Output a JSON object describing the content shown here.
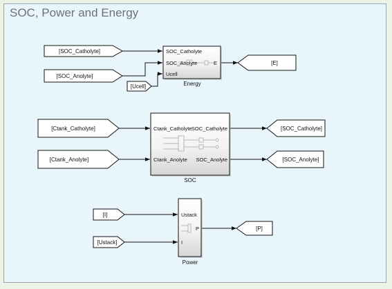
{
  "area": {
    "title": "SOC, Power and Energy"
  },
  "blocks": {
    "energy": {
      "label": "Energy",
      "inputs": [
        "SOC_Catholyte",
        "SOC_Anolyte",
        "Ucell"
      ],
      "outputs": [
        "E"
      ]
    },
    "soc": {
      "label": "SOC",
      "inputs": [
        "Ctank_Catholyte",
        "Ctank_Anolyte"
      ],
      "outputs": [
        "SOC_Catholyte",
        "SOC_Anolyte"
      ]
    },
    "power": {
      "label": "Power",
      "inputs": [
        "Ustack",
        "I"
      ],
      "outputs": [
        "P"
      ]
    }
  },
  "from_tags": {
    "soc_catholyte": "[SOC_Catholyte]",
    "soc_anolyte": "[SOC_Anolyte]",
    "ucell": "[Ucell]",
    "ctank_catholyte": "[Ctank_Catholyte]",
    "ctank_anolyte": "[Ctank_Anolyte]",
    "i": "[I]",
    "ustack": "[Ustack]"
  },
  "goto_tags": {
    "e": "[E]",
    "soc_catholyte": "[SOC_Catholyte]",
    "soc_anolyte": "[SOC_Anolyte]",
    "p": "[P]"
  }
}
